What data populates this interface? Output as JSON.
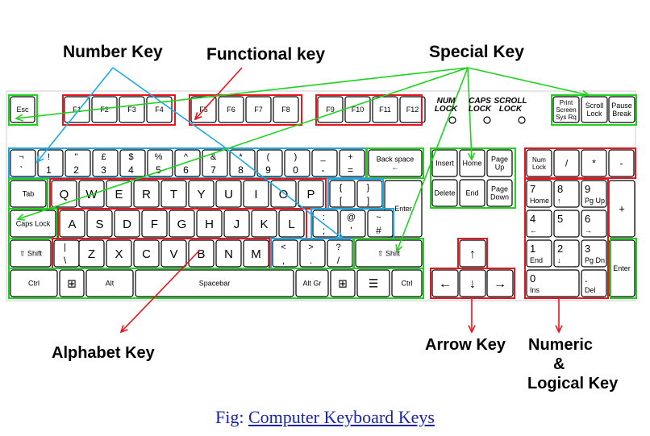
{
  "headers": {
    "number_key": "Number Key",
    "functional_key": "Functional key",
    "special_key": "Special Key",
    "alphabet_key": "Alphabet Key",
    "arrow_key": "Arrow Key",
    "numeric_line1": "Numeric",
    "numeric_line2": "&",
    "numeric_line3": "Logical Key"
  },
  "lock_labels": {
    "num": [
      "NUM",
      "LOCK"
    ],
    "caps": [
      "CAPS",
      "LOCK"
    ],
    "scroll": [
      "SCROLL",
      "LOCK"
    ]
  },
  "caption": {
    "prefix": "Fig: ",
    "link": "Computer Keyboard Keys"
  },
  "colors": {
    "red": "#e8141e",
    "green": "#1ed21e",
    "blue": "#1ea8e6",
    "caption": "#1a24a8"
  },
  "keys": {
    "esc": "Esc",
    "function_keys": [
      "F1",
      "F2",
      "F3",
      "F4",
      "F5",
      "F6",
      "F7",
      "F8",
      "F9",
      "F10",
      "F11",
      "F12"
    ],
    "print_screen": [
      "Print",
      "Screen",
      "Sys Rq"
    ],
    "scroll_lock": [
      "Scroll",
      "Lock"
    ],
    "pause_break": [
      "Pause",
      "Break"
    ],
    "number_row": [
      [
        "¬",
        "`",
        "¦"
      ],
      [
        "!",
        "1"
      ],
      [
        "\"",
        "2"
      ],
      [
        "£",
        "3"
      ],
      [
        "$",
        "4"
      ],
      [
        "%",
        "5"
      ],
      [
        "^",
        "6"
      ],
      [
        "&",
        "7"
      ],
      [
        "*",
        "8"
      ],
      [
        "(",
        "9"
      ],
      [
        ")",
        "0"
      ],
      [
        "_",
        "-"
      ],
      [
        "+",
        "="
      ]
    ],
    "backspace": "Back space",
    "tab": "Tab",
    "qwerty_row": [
      "Q",
      "W",
      "E",
      "R",
      "T",
      "Y",
      "U",
      "I",
      "O",
      "P"
    ],
    "brackets": [
      [
        "{",
        "["
      ],
      [
        "}",
        "]"
      ]
    ],
    "enter": "Enter",
    "caps_lock": "Caps Lock",
    "home_row": [
      "A",
      "S",
      "D",
      "F",
      "G",
      "H",
      "J",
      "K",
      "L"
    ],
    "home_symbols": [
      [
        ":",
        ";"
      ],
      [
        "@",
        "'"
      ],
      [
        "~",
        "#"
      ]
    ],
    "shift": "Shift",
    "pipe": [
      "|",
      "\\"
    ],
    "bottom_row": [
      "Z",
      "X",
      "C",
      "V",
      "B",
      "N",
      "M"
    ],
    "bottom_symbols": [
      [
        "<",
        ","
      ],
      [
        ">",
        "."
      ],
      [
        "?",
        "/"
      ]
    ],
    "ctrl": "Ctrl",
    "alt": "Alt",
    "spacebar": "Spacebar",
    "alt_gr": "Alt Gr",
    "nav_keys": [
      [
        "Insert"
      ],
      [
        "Home"
      ],
      [
        "Page",
        "Up"
      ],
      [
        "Delete"
      ],
      [
        "End"
      ],
      [
        "Page",
        "Down"
      ]
    ],
    "numpad_top": [
      [
        "Num",
        "Lock"
      ],
      [
        "/"
      ],
      [
        "*"
      ],
      [
        "-"
      ]
    ],
    "numpad_keys": [
      [
        "7",
        "Home"
      ],
      [
        "8",
        "↑"
      ],
      [
        "9",
        "Pg Up"
      ],
      [
        "4",
        "←"
      ],
      [
        "5",
        ""
      ],
      [
        "6",
        "→"
      ],
      [
        "1",
        "End"
      ],
      [
        "2",
        "↓"
      ],
      [
        "3",
        "Pg Dn"
      ],
      [
        "0",
        "Ins"
      ],
      [
        ".",
        "Del"
      ]
    ],
    "numpad_plus": "+",
    "numpad_enter": "Enter"
  }
}
